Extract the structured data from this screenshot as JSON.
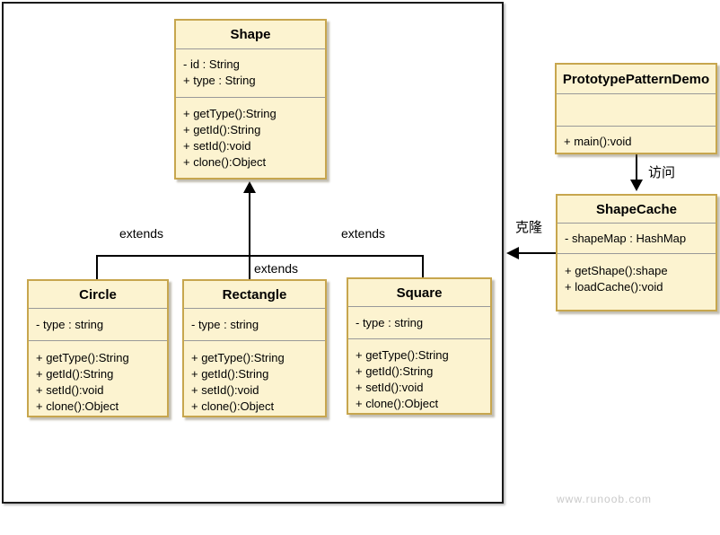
{
  "diagram": {
    "classes": [
      {
        "name": "Shape",
        "fields": [
          "- id : String",
          "+ type : String"
        ],
        "methods": [
          "+ getType():String",
          "+ getId():String",
          "+ setId():void",
          "+ clone():Object"
        ]
      },
      {
        "name": "Circle",
        "fields": [
          "- type : string"
        ],
        "methods": [
          "+ getType():String",
          "+ getId():String",
          "+ setId():void",
          "+ clone():Object"
        ]
      },
      {
        "name": "Rectangle",
        "fields": [
          "- type : string"
        ],
        "methods": [
          "+ getType():String",
          "+ getId():String",
          "+ setId():void",
          "+ clone():Object"
        ]
      },
      {
        "name": "Square",
        "fields": [
          "- type : string"
        ],
        "methods": [
          "+ getType():String",
          "+ getId():String",
          "+ setId():void",
          "+ clone():Object"
        ]
      },
      {
        "name": "PrototypePatternDemo",
        "fields": [],
        "methods": [
          "+ main():void"
        ]
      },
      {
        "name": "ShapeCache",
        "fields": [
          "- shapeMap : HashMap"
        ],
        "methods": [
          "+ getShape():shape",
          "+ loadCache():void"
        ]
      }
    ],
    "edge_labels": {
      "extends_left": "extends",
      "extends_mid": "extends",
      "extends_right": "extends",
      "access": "访问",
      "clone": "克隆"
    },
    "watermark": "www.runoob.com",
    "colors": {
      "box_fill": "#FCF3D0",
      "box_border": "#C7A64E",
      "section_separator": "#999999",
      "line": "#000000",
      "outer_border": "#1A1A1A",
      "watermark": "#C9C9C9"
    }
  }
}
